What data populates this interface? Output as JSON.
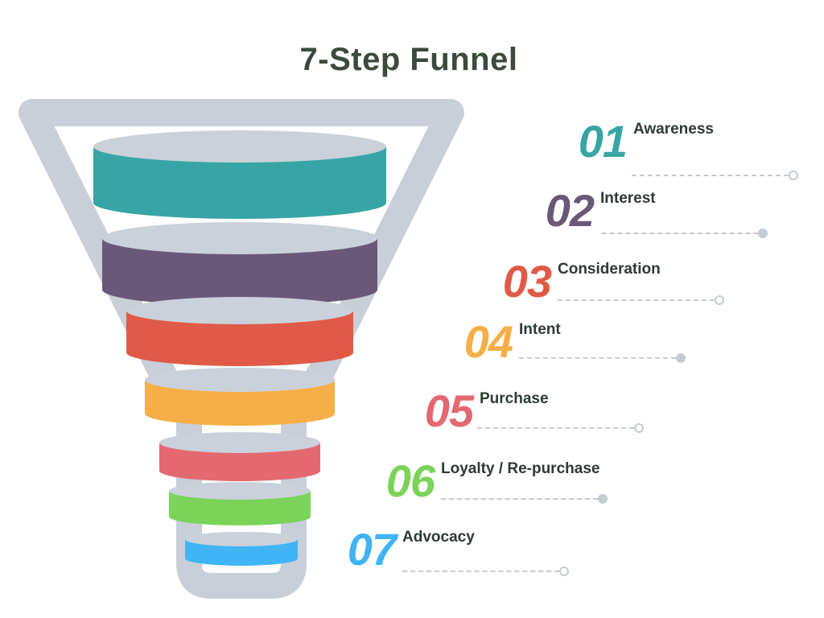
{
  "title": "7-Step Funnel",
  "steps": [
    {
      "number": "01",
      "label": "Awareness",
      "color": "#37a5a5"
    },
    {
      "number": "02",
      "label": "Interest",
      "color": "#6a5878"
    },
    {
      "number": "03",
      "label": "Consideration",
      "color": "#e05a47"
    },
    {
      "number": "04",
      "label": "Intent",
      "color": "#f6ae48"
    },
    {
      "number": "05",
      "label": "Purchase",
      "color": "#e46870"
    },
    {
      "number": "06",
      "label": "Loyalty / Re-purchase",
      "color": "#7bd35a"
    },
    {
      "number": "07",
      "label": "Advocacy",
      "color": "#40b4f4"
    }
  ],
  "outline_color": "#c8cfd8"
}
